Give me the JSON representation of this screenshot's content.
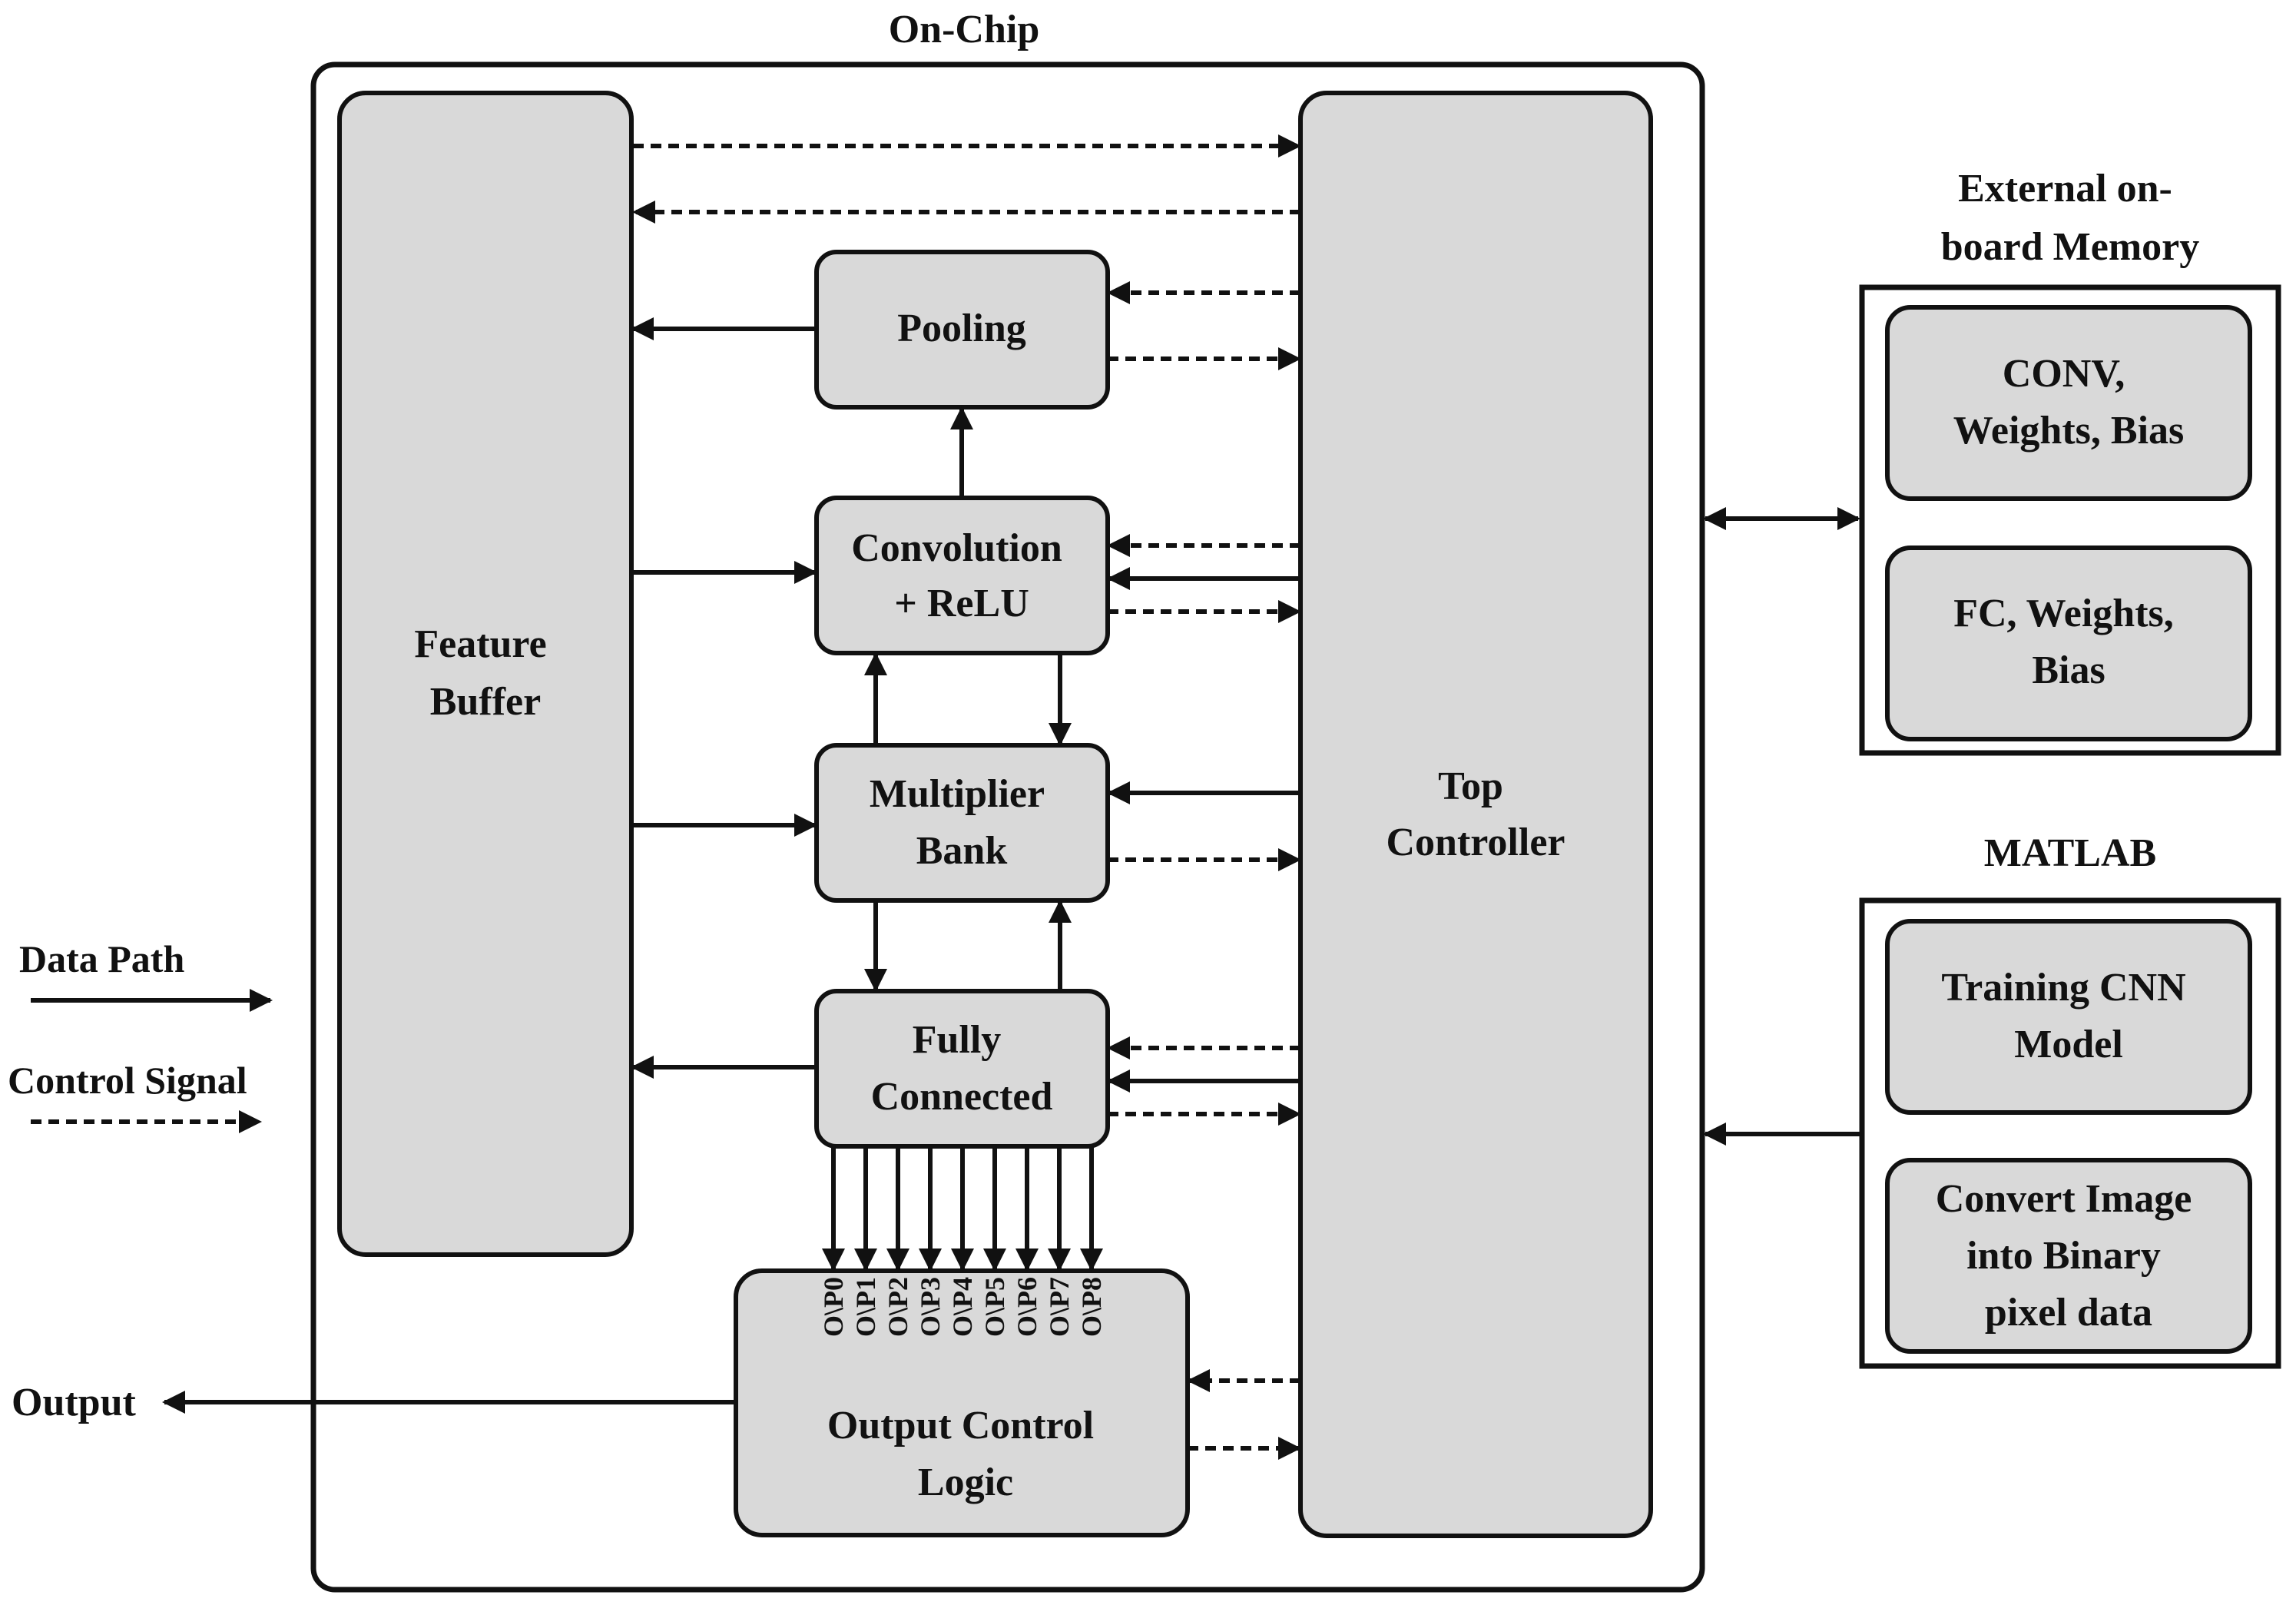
{
  "title": "On-Chip",
  "blocks": {
    "feature_buffer": [
      "Feature",
      "Buffer"
    ],
    "pooling": [
      "Pooling"
    ],
    "convolution": [
      "Convolution",
      "+ ReLU"
    ],
    "multiplier": [
      "Multiplier",
      "Bank"
    ],
    "fully_connected": [
      "Fully",
      "Connected"
    ],
    "output_control": [
      "Output  Control",
      "Logic"
    ],
    "top_controller": [
      "Top",
      "Controller"
    ]
  },
  "outputs": [
    "O\\P0",
    "O\\P1",
    "O\\P2",
    "O\\P3",
    "O\\P4",
    "O\\P5",
    "O\\P6",
    "O\\P7",
    "O\\P8"
  ],
  "external_memory": {
    "title": [
      "External on-",
      "board Memory"
    ],
    "conv": [
      "CONV,",
      "Weights, Bias"
    ],
    "fc": [
      "FC, Weights,",
      "Bias"
    ]
  },
  "matlab": {
    "title": "MATLAB",
    "training": [
      "Training CNN",
      "Model"
    ],
    "convert": [
      "Convert  Image",
      "into Binary",
      "pixel data"
    ]
  },
  "legend": {
    "data_path": "Data Path",
    "control_signal": "Control Signal"
  },
  "output_label": "Output"
}
